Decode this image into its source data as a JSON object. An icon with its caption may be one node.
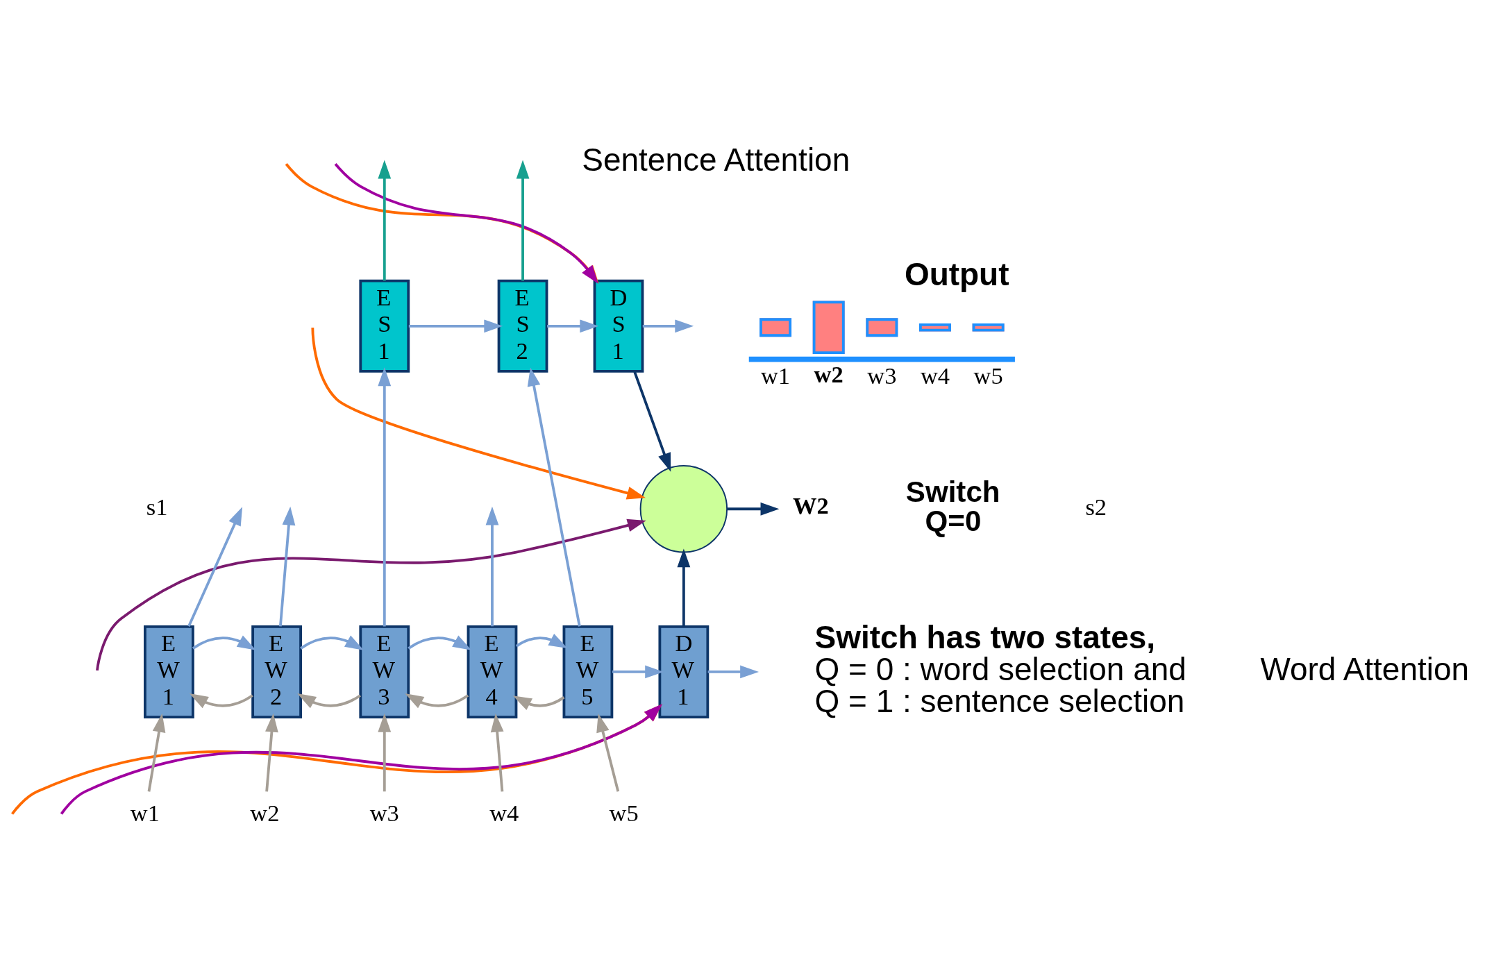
{
  "diagram": {
    "nodes": [
      {
        "text": [
          "E S 1"
        ]
      },
      {
        "text": [
          "E S 2"
        ]
      },
      {
        "text": [
          "D S 1"
        ]
      },
      {
        "text": [
          "E W 1"
        ]
      },
      {
        "text": [
          "E W 2"
        ]
      },
      {
        "text": [
          "E W 3"
        ]
      },
      {
        "text": [
          "E W 4"
        ]
      },
      {
        "text": [
          "E W 5"
        ]
      },
      {
        "text": [
          "D W 1"
        ]
      },
      {
        "text": [],
        "shape": "circle",
        "beside": [
          "Switch",
          "Q=0"
        ]
      },
      {
        "text": [
          "w1"
        ]
      },
      {
        "text": [
          "w2"
        ]
      },
      {
        "text": [
          "w3"
        ]
      },
      {
        "text": [
          "w4"
        ]
      },
      {
        "text": [
          "w5"
        ]
      },
      {
        "text": [
          "W2"
        ]
      }
    ],
    "edges": [
      {
        "from": null,
        "to": 2,
        "arrow": "to",
        "color": "#ff6a00"
      },
      {
        "from": null,
        "to": 2,
        "arrow": "to",
        "color": "#a000a0"
      },
      {
        "from": null,
        "to": 8,
        "arrow": "to",
        "color": "#ff6a00"
      },
      {
        "from": null,
        "to": 8,
        "arrow": "to",
        "color": "#a000a0"
      },
      {
        "from": null,
        "to": 9,
        "arrow": "to",
        "color": "#7a1a6e"
      },
      {
        "from": null,
        "to": 9,
        "arrow": "to",
        "color": "#ff6a00"
      },
      {
        "from": 10,
        "to": 3,
        "arrow": "to",
        "color": "#a59e95"
      },
      {
        "from": 11,
        "to": 4,
        "arrow": "to",
        "color": "#a59e95"
      },
      {
        "from": 12,
        "to": 5,
        "arrow": "to",
        "color": "#a59e95"
      },
      {
        "from": 13,
        "to": 6,
        "arrow": "to",
        "color": "#a59e95"
      },
      {
        "from": 14,
        "to": 7,
        "arrow": "to",
        "color": "#a59e95"
      },
      {
        "from": 3,
        "to": 4,
        "arrow": "to"
      },
      {
        "from": 4,
        "to": 5,
        "arrow": "to"
      },
      {
        "from": 5,
        "to": 6,
        "arrow": "to"
      },
      {
        "from": 6,
        "to": 7,
        "arrow": "to"
      },
      {
        "from": 4,
        "to": 3,
        "arrow": "to",
        "color": "#a59e95"
      },
      {
        "from": 5,
        "to": 4,
        "arrow": "to",
        "color": "#a59e95"
      },
      {
        "from": 6,
        "to": 5,
        "arrow": "to",
        "color": "#a59e95"
      },
      {
        "from": 7,
        "to": 6,
        "arrow": "to",
        "color": "#a59e95"
      },
      {
        "from": 3,
        "to": null,
        "arrow": "to"
      },
      {
        "from": 4,
        "to": null,
        "arrow": "to"
      },
      {
        "from": 5,
        "to": 0,
        "arrow": "to"
      },
      {
        "from": 6,
        "to": null,
        "arrow": "to"
      },
      {
        "from": 7,
        "to": 1,
        "arrow": "to"
      },
      {
        "from": 7,
        "to": 8,
        "arrow": "to"
      },
      {
        "from": 8,
        "to": null,
        "arrow": "to"
      },
      {
        "from": 0,
        "to": 1,
        "arrow": "to"
      },
      {
        "from": 1,
        "to": 2,
        "arrow": "to"
      },
      {
        "from": 2,
        "to": null,
        "arrow": "to"
      },
      {
        "from": 0,
        "to": null,
        "arrow": "to",
        "color": "#17a08f"
      },
      {
        "from": 1,
        "to": null,
        "arrow": "to",
        "color": "#17a08f"
      },
      {
        "from": 2,
        "to": 9,
        "arrow": "to",
        "color": "#0d3568"
      },
      {
        "from": 8,
        "to": 9,
        "arrow": "to",
        "color": "#0d3568"
      },
      {
        "from": 9,
        "to": 15,
        "arrow": "to",
        "color": "#0d3568"
      }
    ],
    "labels": [
      "Sentence Attention",
      "Output",
      "s1",
      "s2",
      "w1",
      "w2",
      "w3",
      "w4",
      "w5",
      "Word Attention",
      "Switch has two states,",
      "Q = 0 : word selection and",
      "Q = 1 : sentence selection"
    ]
  }
}
